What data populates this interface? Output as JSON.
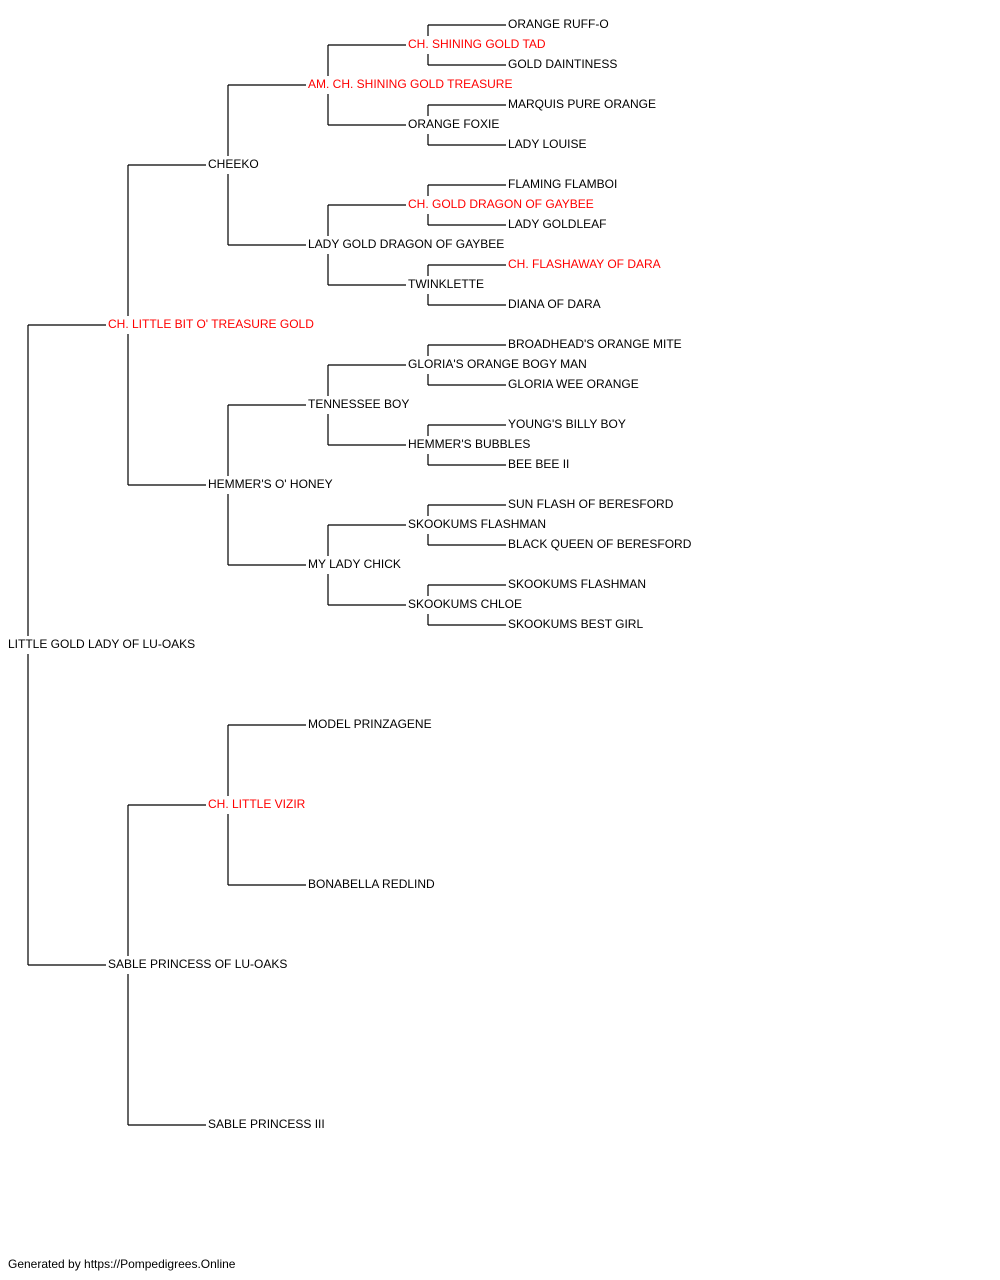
{
  "colors": {
    "normal": "#000000",
    "champion": "#ff0000",
    "line": "#000000"
  },
  "pedigree": {
    "name": "LITTLE GOLD LADY OF LU-OAKS",
    "champion": false,
    "sire": {
      "name": "CH. LITTLE BIT O' TREASURE GOLD",
      "champion": true,
      "sire": {
        "name": "CHEEKO",
        "champion": false,
        "sire": {
          "name": "AM. CH. SHINING GOLD TREASURE",
          "champion": true,
          "sire": {
            "name": "CH. SHINING GOLD TAD",
            "champion": true,
            "sire": {
              "name": "ORANGE RUFF-O",
              "champion": false
            },
            "dam": {
              "name": "GOLD DAINTINESS",
              "champion": false
            }
          },
          "dam": {
            "name": "ORANGE FOXIE",
            "champion": false,
            "sire": {
              "name": "MARQUIS PURE ORANGE",
              "champion": false
            },
            "dam": {
              "name": "LADY LOUISE",
              "champion": false
            }
          }
        },
        "dam": {
          "name": "LADY GOLD DRAGON OF GAYBEE",
          "champion": false,
          "sire": {
            "name": "CH. GOLD DRAGON OF GAYBEE",
            "champion": true,
            "sire": {
              "name": "FLAMING FLAMBOI",
              "champion": false
            },
            "dam": {
              "name": "LADY GOLDLEAF",
              "champion": false
            }
          },
          "dam": {
            "name": "TWINKLETTE",
            "champion": false,
            "sire": {
              "name": "CH. FLASHAWAY OF DARA",
              "champion": true
            },
            "dam": {
              "name": "DIANA OF DARA",
              "champion": false
            }
          }
        }
      },
      "dam": {
        "name": "HEMMER'S O' HONEY",
        "champion": false,
        "sire": {
          "name": "TENNESSEE BOY",
          "champion": false,
          "sire": {
            "name": "GLORIA'S ORANGE BOGY MAN",
            "champion": false,
            "sire": {
              "name": "BROADHEAD'S ORANGE MITE",
              "champion": false
            },
            "dam": {
              "name": "GLORIA WEE ORANGE",
              "champion": false
            }
          },
          "dam": {
            "name": "HEMMER'S BUBBLES",
            "champion": false,
            "sire": {
              "name": "YOUNG'S BILLY BOY",
              "champion": false
            },
            "dam": {
              "name": "BEE BEE II",
              "champion": false
            }
          }
        },
        "dam": {
          "name": "MY LADY CHICK",
          "champion": false,
          "sire": {
            "name": "SKOOKUMS FLASHMAN",
            "champion": false,
            "sire": {
              "name": "SUN FLASH OF BERESFORD",
              "champion": false
            },
            "dam": {
              "name": "BLACK QUEEN OF BERESFORD",
              "champion": false
            }
          },
          "dam": {
            "name": "SKOOKUMS CHLOE",
            "champion": false,
            "sire": {
              "name": "SKOOKUMS FLASHMAN",
              "champion": false
            },
            "dam": {
              "name": "SKOOKUMS BEST GIRL",
              "champion": false
            }
          }
        }
      }
    },
    "dam": {
      "name": "SABLE PRINCESS OF LU-OAKS",
      "champion": false,
      "sire": {
        "name": "CH. LITTLE VIZIR",
        "champion": true,
        "sire": {
          "name": "MODEL PRINZAGENE",
          "champion": false
        },
        "dam": {
          "name": "BONABELLA REDLIND",
          "champion": false
        }
      },
      "dam": {
        "name": "SABLE PRINCESS III",
        "champion": false
      }
    }
  },
  "footer": "Generated by https://Pompedigrees.Online"
}
